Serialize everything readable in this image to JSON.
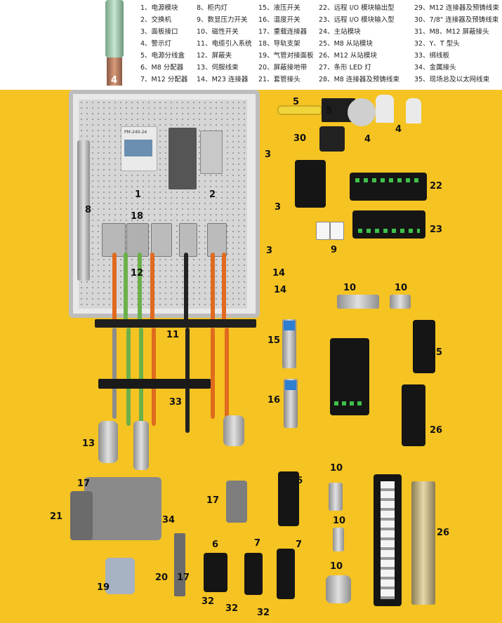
{
  "legend": [
    "1、电源模块",
    "2、交换机",
    "3、面板接口",
    "4、警示灯",
    "5、电源分线盒",
    "6、M8 分配器",
    "7、M12 分配器",
    "8、柜内灯",
    "9、数显压力开关",
    "10、磁性开关",
    "11、电缆引入系统",
    "12、屏蔽夹",
    "13、伺服线束",
    "14、M23 连接器",
    "15、液压开关",
    "16、温度开关",
    "17、重载连接器",
    "18、导轨支架",
    "19、气管对接面板",
    "20、屏蔽接地带",
    "21、套管接头",
    "22、远程 I/O 模块输出型",
    "23、远程 I/O 模块输入型",
    "24、主站模块",
    "25、M8 从站模块",
    "26、M12 从站模块",
    "27、条形 LED 灯",
    "28、M8 连接器及预铸线束",
    "29、M12 连接器及预铸线束",
    "30、7/8\" 连接器及预铸线束",
    "31、M8、M12 屏蔽接头",
    "32、Y、T 型头",
    "33、绑线板",
    "34、金属接头",
    "35、现场总及以太网线束"
  ],
  "callouts": {
    "n4top": "4",
    "n5a": "5",
    "n5b": "5",
    "n30": "30",
    "n4a": "4",
    "n4b": "4",
    "n3a": "3",
    "n3b": "3",
    "n3c": "3",
    "n22": "22",
    "n23": "23",
    "n9": "9",
    "n1": "1",
    "n2": "2",
    "n8": "8",
    "n18": "18",
    "n12": "12",
    "n14a": "14",
    "n14b": "14",
    "n11": "11",
    "n10a": "10",
    "n10b": "10",
    "n15": "15",
    "n25": "25",
    "n16": "16",
    "n33": "33",
    "n26a": "26",
    "n13": "13",
    "n17a": "17",
    "n17b": "17",
    "n6a": "6",
    "n10c": "10",
    "n21": "21",
    "n34": "34",
    "n10d": "10",
    "n6b": "6",
    "n7a": "7",
    "n7b": "7",
    "n10e": "10",
    "n26b": "26",
    "n19": "19",
    "n20": "20",
    "n17c": "17",
    "n32a": "32",
    "n32b": "32",
    "n32c": "32"
  },
  "power_supply_label": "PM-240-24"
}
